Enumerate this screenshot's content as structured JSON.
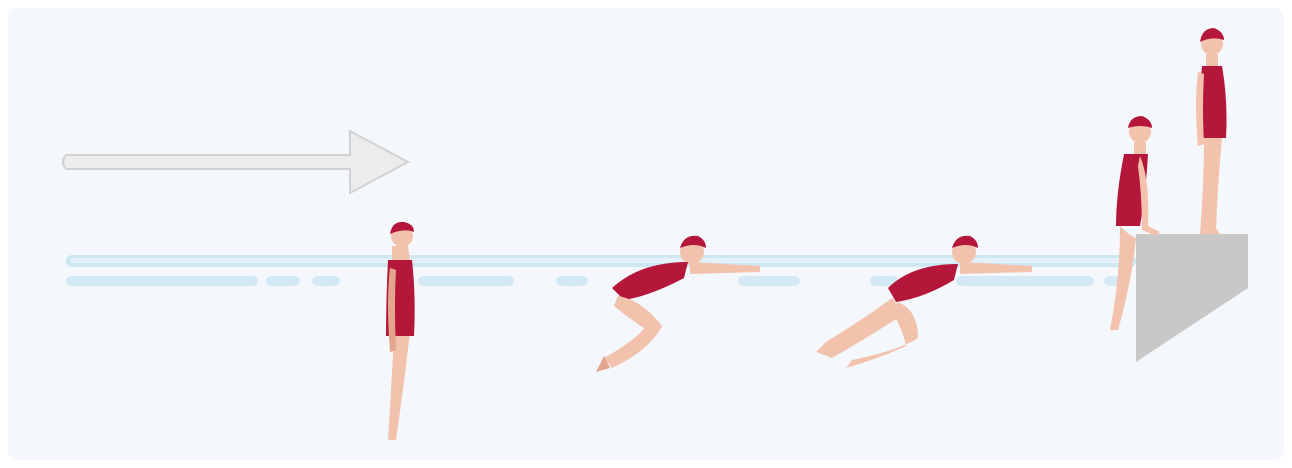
{
  "colors": {
    "background": "#f4f8fc",
    "arrow_fill": "#ececec",
    "arrow_stroke": "#d2d2d2",
    "water_line": "#cfe6f3",
    "water_dash": "#d4e9f5",
    "suit": "#b5173a",
    "skin": "#f2c2ad",
    "skin_shadow": "#e3a58d",
    "platform": "#c8c8c8"
  },
  "figures": [
    {
      "name": "swimmer-standing-on-platform",
      "pose": "standing"
    },
    {
      "name": "swimmer-sliding-in-from-edge",
      "pose": "sliding-entry"
    },
    {
      "name": "swimmer-kneeling-reach",
      "pose": "kneeling-dive"
    },
    {
      "name": "swimmer-crouch-push",
      "pose": "crouch-dive"
    },
    {
      "name": "swimmer-feet-first-entry",
      "pose": "feet-first"
    }
  ],
  "direction_arrow": {
    "icon": "right-arrow-icon",
    "direction": "right"
  }
}
